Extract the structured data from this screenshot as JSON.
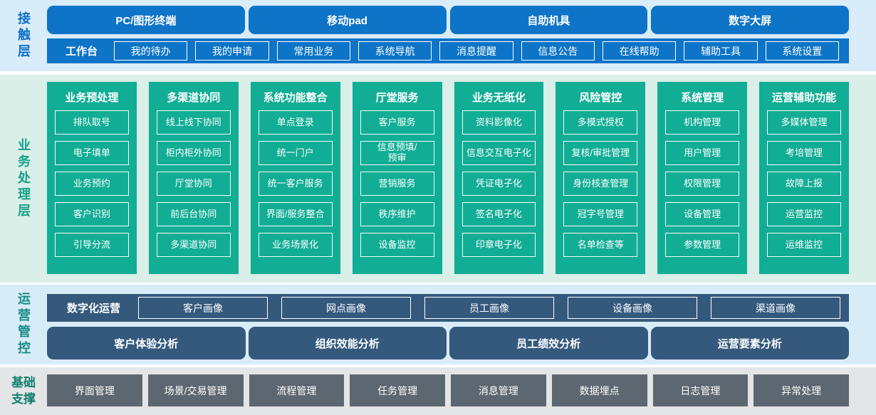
{
  "palette": {
    "blue": "#0d74c8",
    "teal": "#12ad95",
    "navy": "#34597d",
    "gray": "#5d6771",
    "contact_bg": "#d9ecf9",
    "business_bg": "#d9efe7",
    "operations_bg": "#d8ecf8",
    "foundation_bg": "#e3e5e6",
    "contact_label_color": "#0f6fc8",
    "business_label_color": "#17a189",
    "operations_label_color": "#178b85",
    "foundation_label_color": "#13806f"
  },
  "contact": {
    "layer_label": "接触层",
    "terminals": [
      "PC/图形终端",
      "移动pad",
      "自助机具",
      "数字大屏"
    ],
    "workbench": {
      "label": "工作台",
      "items": [
        "我的待办",
        "我的申请",
        "常用业务",
        "系统导航",
        "消息提醒",
        "信息公告",
        "在线帮助",
        "辅助工具",
        "系统设置"
      ]
    }
  },
  "business": {
    "layer_label": "业务处理层",
    "columns": [
      {
        "header": "业务预处理",
        "items": [
          "排队取号",
          "电子填单",
          "业务预约",
          "客户识别",
          "引导分流"
        ]
      },
      {
        "header": "多渠道协同",
        "items": [
          "线上线下协同",
          "柜内柜外协同",
          "厅堂协同",
          "前后台协同",
          "多渠道协同"
        ]
      },
      {
        "header": "系统功能整合",
        "items": [
          "单点登录",
          "统一门户",
          "统一客户服务",
          "界面/服务整合",
          "业务场景化"
        ]
      },
      {
        "header": "厅堂服务",
        "items": [
          "客户服务",
          "信息预填/预审",
          "营销服务",
          "秩序维护",
          "设备监控"
        ]
      },
      {
        "header": "业务无纸化",
        "items": [
          "资料影像化",
          "信息交互电子化",
          "凭证电子化",
          "签名电子化",
          "印章电子化"
        ]
      },
      {
        "header": "风险管控",
        "items": [
          "多模式授权",
          "复核/审批管理",
          "身份核查管理",
          "冠字号管理",
          "名单检查等"
        ]
      },
      {
        "header": "系统管理",
        "items": [
          "机构管理",
          "用户管理",
          "权限管理",
          "设备管理",
          "参数管理"
        ]
      },
      {
        "header": "运营辅助功能",
        "items": [
          "多媒体管理",
          "考培管理",
          "故障上报",
          "运营监控",
          "运维监控"
        ]
      }
    ]
  },
  "operations": {
    "layer_label": "运营管控",
    "digital": {
      "label": "数字化运营",
      "items": [
        "客户画像",
        "网点画像",
        "员工画像",
        "设备画像",
        "渠道画像"
      ]
    },
    "analyses": [
      "客户体验分析",
      "组织效能分析",
      "员工绩效分析",
      "运营要素分析"
    ]
  },
  "foundation": {
    "layer_label": "基础支撑",
    "items": [
      "界面管理",
      "场景/交易管理",
      "流程管理",
      "任务管理",
      "消息管理",
      "数据埋点",
      "日志管理",
      "异常处理"
    ]
  }
}
